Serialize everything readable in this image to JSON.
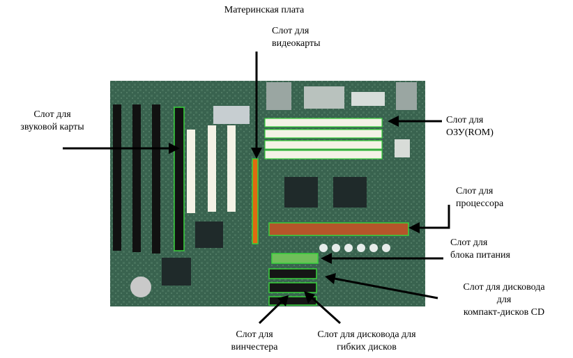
{
  "title": "Материнская плата",
  "labels": {
    "video": "Слот для\nвидеокарты",
    "sound": "Слот для\nзвуковой карты",
    "ram": "Слот для\nОЗУ(ROM)",
    "cpu": "Слот для\nпроцессора",
    "power": "Слот для\nблока питания",
    "cd": "Слот для дисковода\nдля\nкомпакт-дисков CD",
    "hdd": "Слот для\nвинчестера",
    "fdd": "Слот для дисковода для\nгибких дисков"
  },
  "colors": {
    "board": "#3f6b55",
    "highlight": "#39d23c",
    "agp": "#e06a10",
    "cpu_slot": "#b5552a"
  }
}
